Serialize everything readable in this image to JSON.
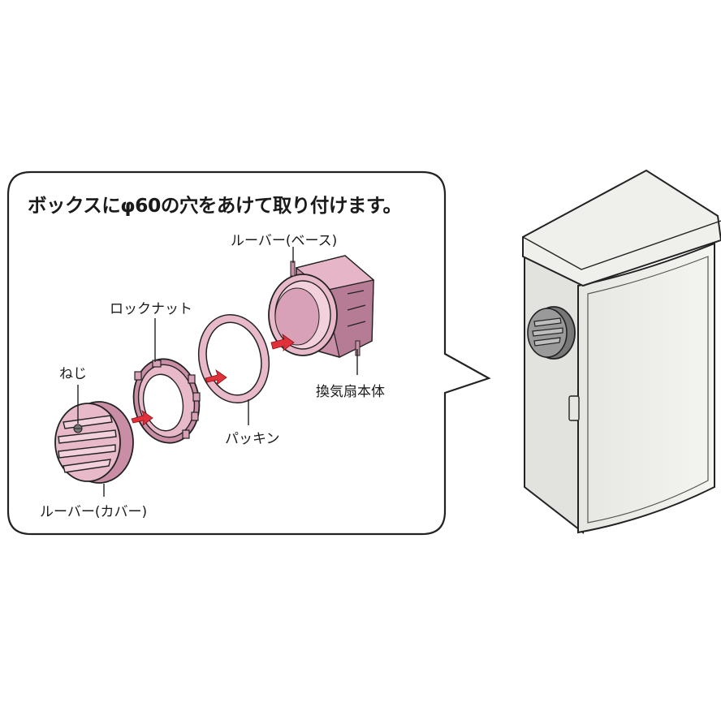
{
  "instruction": "ボックスにφ60の穴をあけて取り付けます。",
  "labels": {
    "louver_base": "ルーバー(ベース)",
    "lock_nut": "ロックナット",
    "screw": "ねじ",
    "packing": "パッキン",
    "fan_body": "換気扇本体",
    "louver_cover": "ルーバー(カバー)"
  },
  "colors": {
    "part_fill": "#e8b9c9",
    "part_shade": "#c98ea6",
    "arrow": "#e0303a",
    "box_fill": "#eeeeea",
    "outline": "#222222"
  }
}
